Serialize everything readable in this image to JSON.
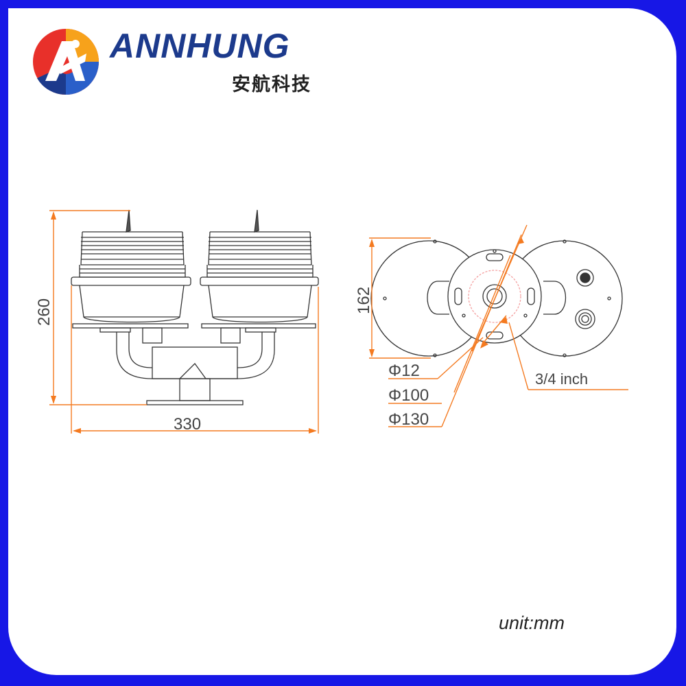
{
  "brand": {
    "name": "ANNHUNG",
    "name_cn": "安航科技",
    "frame_color": "#1717e6",
    "accent_color": "#f47a20"
  },
  "dimensions": {
    "height": "260",
    "width": "330",
    "base_diameter": "162",
    "phi12": "Φ12",
    "phi100": "Φ100",
    "phi130": "Φ130",
    "thread": "3/4 inch"
  },
  "unit_label": "unit:mm",
  "icons": [
    "brand-logo-icon"
  ]
}
